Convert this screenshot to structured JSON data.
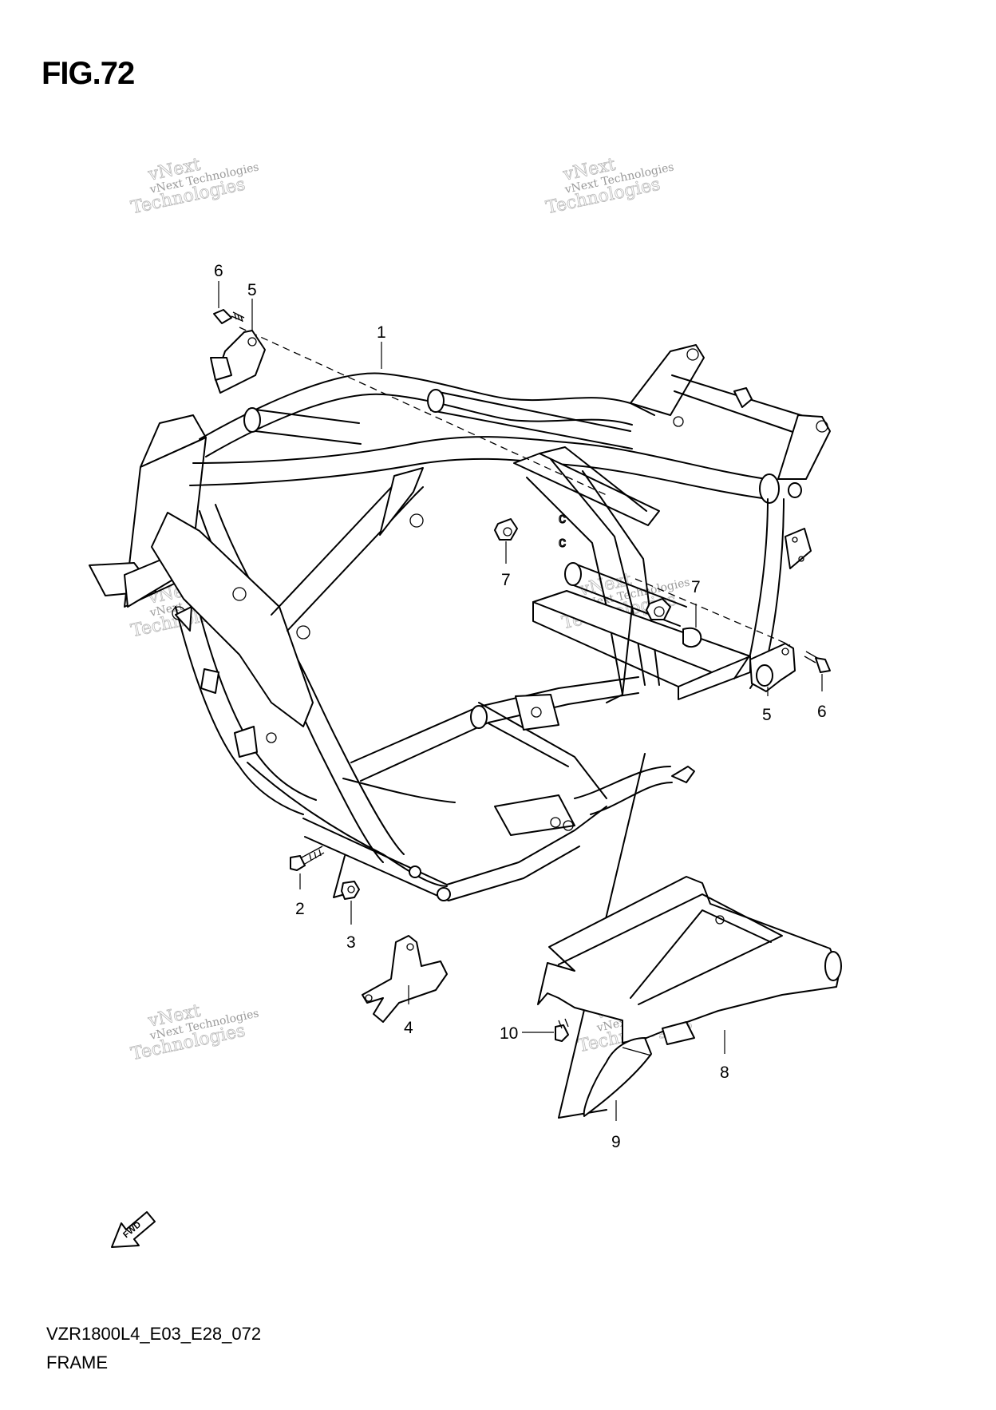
{
  "figure": {
    "title": "FIG.72"
  },
  "footer": {
    "code": "VZR1800L4_E03_E28_072",
    "name": "FRAME"
  },
  "fwd_label": "FWD",
  "watermark": {
    "line1": "vNext Technologies",
    "line2": "vNext",
    "line3": "Technologies"
  },
  "callouts": [
    {
      "id": "1",
      "label": "1"
    },
    {
      "id": "2",
      "label": "2"
    },
    {
      "id": "3",
      "label": "3"
    },
    {
      "id": "4",
      "label": "4"
    },
    {
      "id": "5a",
      "label": "5"
    },
    {
      "id": "5b",
      "label": "5"
    },
    {
      "id": "6a",
      "label": "6"
    },
    {
      "id": "6b",
      "label": "6"
    },
    {
      "id": "7a",
      "label": "7"
    },
    {
      "id": "7b",
      "label": "7"
    },
    {
      "id": "8",
      "label": "8"
    },
    {
      "id": "9",
      "label": "9"
    },
    {
      "id": "10",
      "label": "10"
    }
  ]
}
